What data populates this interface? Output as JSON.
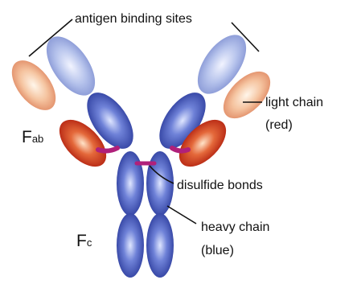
{
  "labels": {
    "antigen_binding_sites": "antigen binding sites",
    "fab_main": "F",
    "fab_sub": "ab",
    "fc_main": "F",
    "fc_sub": "c",
    "light_chain": "light chain",
    "light_chain_color": "(red)",
    "disulfide_bonds": "disulfide bonds",
    "heavy_chain": "heavy chain",
    "heavy_chain_color": "(blue)"
  },
  "colors": {
    "heavy_chain": "#4a5fc8",
    "heavy_chain_tip": "#9fb2e4",
    "light_chain": "#d9462a",
    "light_chain_tip": "#f0b898",
    "disulfide_bond": "#b0207a"
  }
}
